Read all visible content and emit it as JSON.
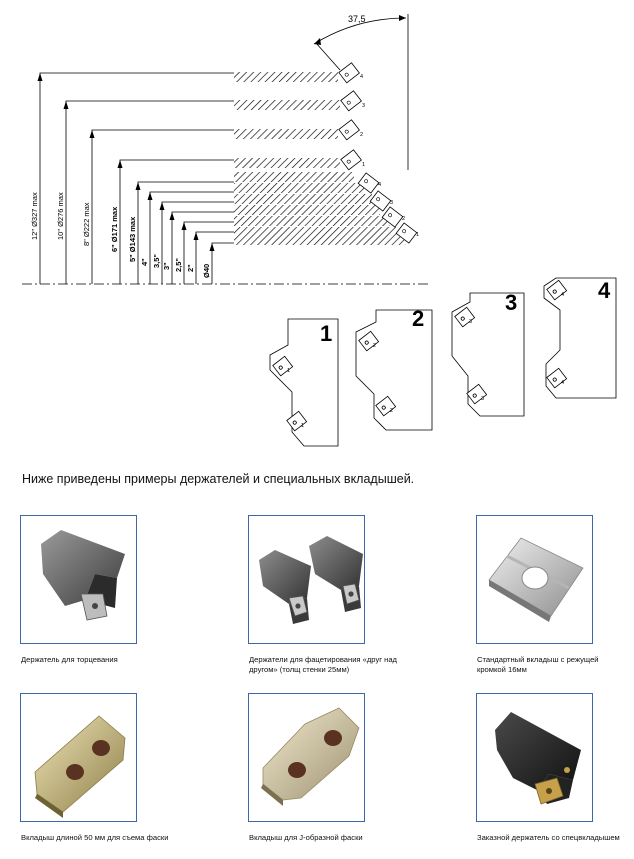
{
  "angle_dimension": "37,5",
  "holder_sizes": [
    "12\" Ø327 max",
    "10\" Ø276 max",
    "8\" Ø222 max",
    "6\" Ø171 max",
    "5\" Ø143 max",
    "4\"",
    "3,5\"",
    "3\"",
    "2,5\"",
    "2\"",
    "Ø40"
  ],
  "insert_positions_upper": [
    "4",
    "3",
    "2",
    "1"
  ],
  "insert_positions_lower": [
    "4",
    "3",
    "2",
    "1"
  ],
  "tool_types": [
    "1",
    "2",
    "3",
    "4"
  ],
  "intro_text": "Ниже приведены примеры держателей и специальных вкладышей.",
  "products": [
    {
      "icon": "facing-holder-icon",
      "caption": "Держатель для торцевания"
    },
    {
      "icon": "chamfer-holders-pair-icon",
      "caption": "Держатели для фацетирования «друг над другом» (толщ стенки 25мм)"
    },
    {
      "icon": "standard-insert-icon",
      "caption": "Стандартный вкладыш с режущей кромкой 16мм"
    },
    {
      "icon": "insert-50mm-icon",
      "caption": "Вкладыш длиной 50 мм для съема фаски"
    },
    {
      "icon": "j-insert-icon",
      "caption": "Вкладыш для J-образной фаски"
    },
    {
      "icon": "custom-holder-icon",
      "caption": "Заказной держатель со спецвкладышем"
    }
  ],
  "colors": {
    "frame_border": "#3e66a8",
    "line": "#000000",
    "hatch": "#000000"
  }
}
